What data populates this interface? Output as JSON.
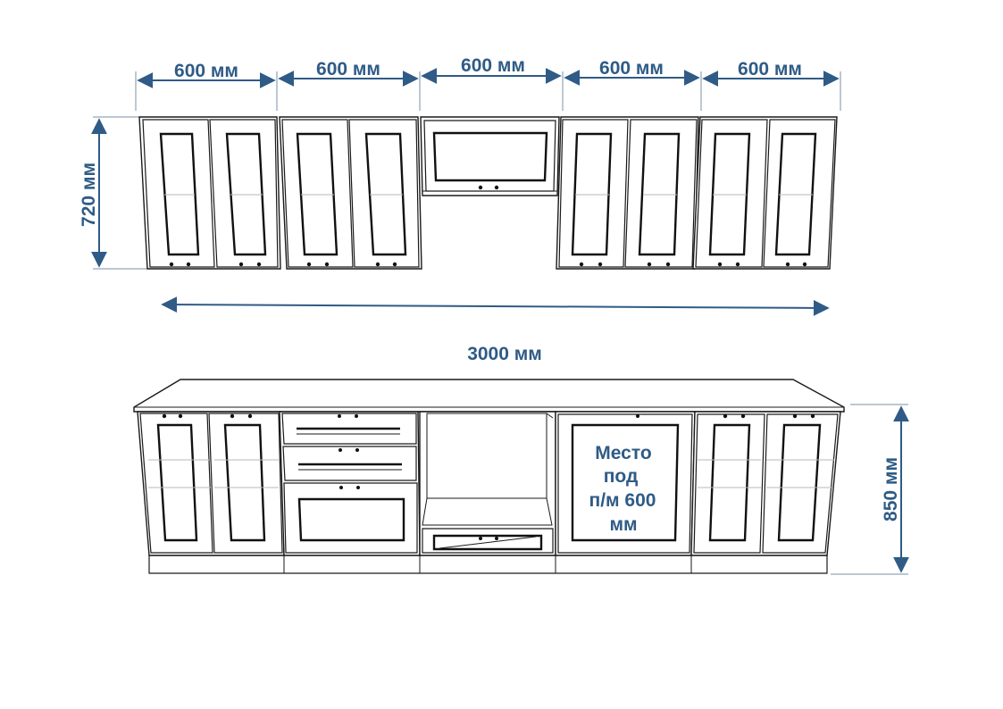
{
  "dimensions": {
    "upper_widths": [
      "600 мм",
      "600 мм",
      "600 мм",
      "600 мм",
      "600 мм"
    ],
    "upper_height": "720 мм",
    "total_width": "3000 мм",
    "lower_height": "850 мм"
  },
  "appliance_space": {
    "label_lines": [
      "Место",
      "под",
      "п/м 600",
      "мм"
    ]
  },
  "colors": {
    "dimension": "#2f5b86",
    "outline": "#1a1a1a",
    "background": "#ffffff"
  }
}
